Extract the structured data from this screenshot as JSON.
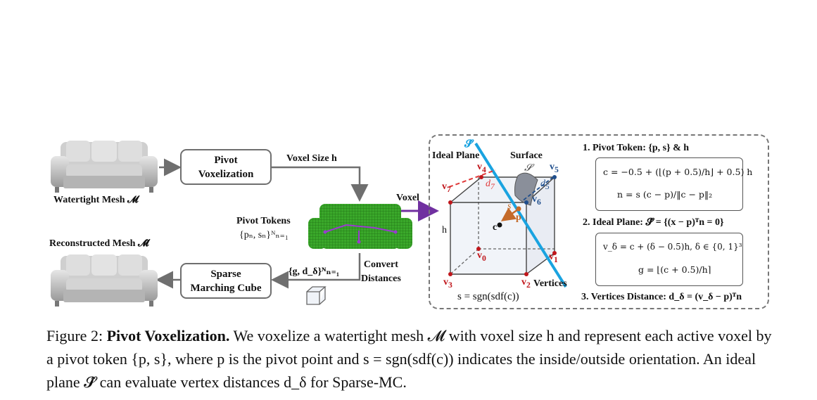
{
  "left_pipeline": {
    "watertight_label": "Watertight Mesh 𝓜",
    "reconstructed_label": "Reconstructed  Mesh 𝓜̂",
    "pivot_vox_box": "Pivot\nVoxelization",
    "voxel_size_label": "Voxel Size h",
    "pivot_tokens_label": "Pivot Tokens",
    "pivot_tokens_set": "{pₙ, sₙ}ᴺₙ₌₁",
    "voxel_label": "Voxel",
    "convert_label": "Convert\nDistances",
    "sparse_mc_box": "Sparse\nMarching Cube",
    "g_d_set": "{g, d_δ}ᴺₙ₌₁"
  },
  "cube_diagram": {
    "s_hat": "𝓢̂",
    "ideal_plane": "Ideal Plane",
    "surface": "Surface",
    "surface_s": "𝓢",
    "vertices": "Vertices",
    "h": "h",
    "c": "c",
    "p": "p",
    "s": "s",
    "d7": "d",
    "d7_sub": "7",
    "d5": "d",
    "d5_sub": "5",
    "v0": "v",
    "v0_sub": "0",
    "v1": "v",
    "v1_sub": "1",
    "v2": "v",
    "v2_sub": "2",
    "v3": "v",
    "v3_sub": "3",
    "v4": "v",
    "v4_sub": "4",
    "v5": "v",
    "v5_sub": "5",
    "v6": "v",
    "v6_sub": "6",
    "v7": "v",
    "v7_sub": "7",
    "sdf_formula": "s = sgn(sdf(c))"
  },
  "right_panel": {
    "step1": "1. Pivot Token: {p, s} & h",
    "f1a": "c = −0.5 + (⌊(p + 0.5)/h⌋ + 0.5) h",
    "f1b": "n = s (c − p)/‖c − p‖₂",
    "step2": "2. Ideal Plane: 𝓢̂ = {(x − p)ᵀn = 0}",
    "f2a": "v_δ = c + (δ − 0.5)h, δ ∈ {0, 1}³",
    "f2b": "g = ⌊(c + 0.5)/h⌉",
    "step3": "3. Vertices Distance: d_δ = (v_δ − p)ᵀn"
  },
  "caption": {
    "prefix": "Figure 2: ",
    "title": "Pivot Voxelization.",
    "body": " We voxelize a watertight mesh 𝓜 with voxel size h and represent each active voxel by a pivot token {p, s}, where p is the pivot point and s = sgn(sdf(c)) indicates the inside/outside orientation. An ideal plane 𝓢̂ can evaluate vertex distances d_δ for Sparse-MC."
  },
  "colors": {
    "arrow_gray": "#6f6f6f",
    "purple": "#7030a0",
    "plane_blue": "#1aa3e0",
    "vertex_red": "#c0161b",
    "vertex_blue": "#1f4e8c",
    "pivot_orange": "#c46a2a",
    "mesh_green": "#3aa82a"
  }
}
